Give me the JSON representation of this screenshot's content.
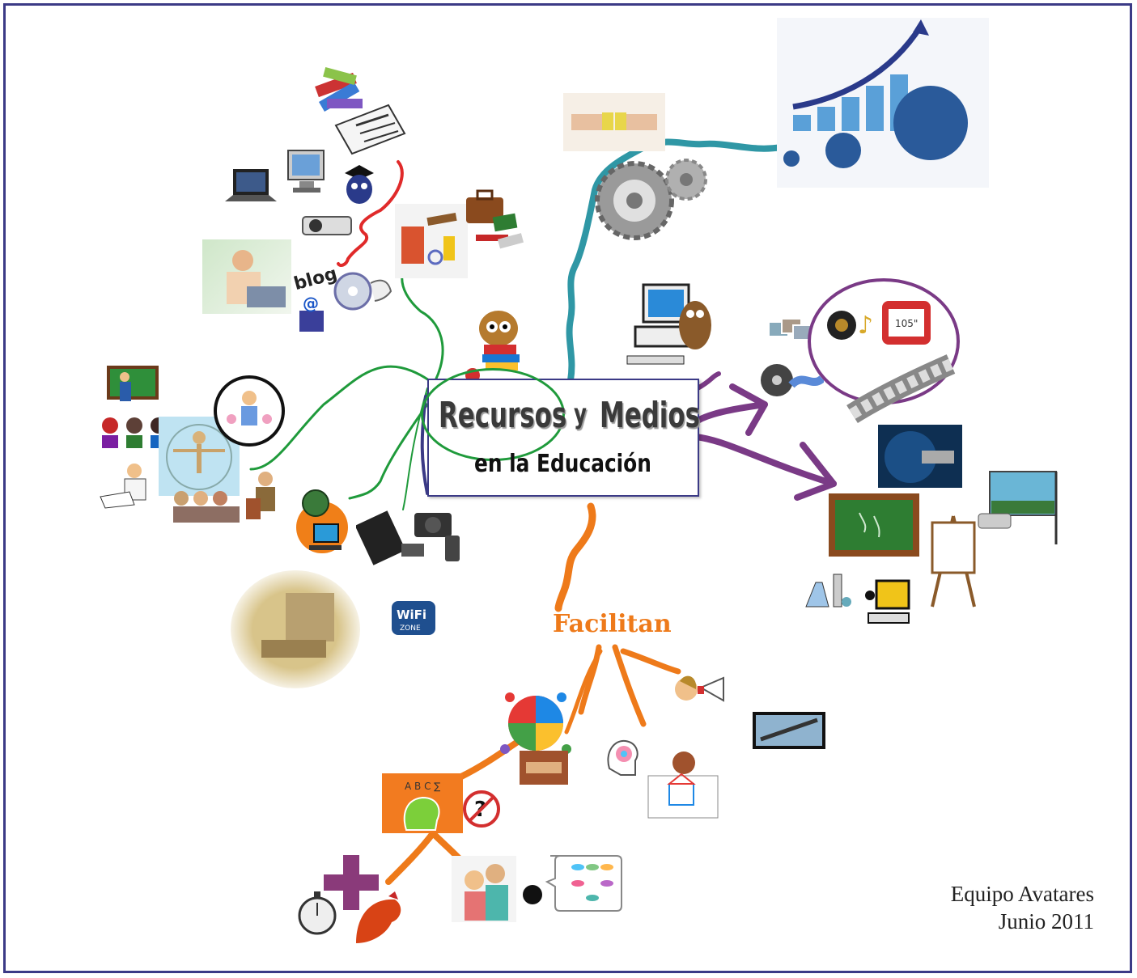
{
  "center": {
    "word1": "Recursos",
    "connector": "y",
    "word2": "Medios",
    "subtitle": "en la Educación"
  },
  "branch_label": "Facilitan",
  "clipart_text": {
    "blog": "blog",
    "tv_screen": "105\"",
    "wifi": "WiFi",
    "wifi_zone": "ZONE",
    "at_sign": "@"
  },
  "credits": {
    "team": "Equipo Avatares",
    "date": "Junio 2011"
  },
  "colors": {
    "frame": "#3b3a86",
    "green_branch": "#1f9a3b",
    "teal_branch": "#2f97a5",
    "purple_branch": "#7a3a86",
    "orange_branch": "#ee7a1a",
    "red_branch": "#e02a2a",
    "title_gray": "#3a3a3a"
  }
}
